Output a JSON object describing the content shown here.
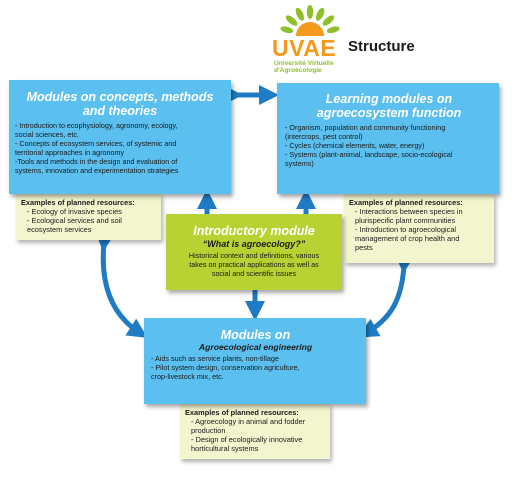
{
  "logo": {
    "wordmark": "UVAE",
    "subtitle_line1": "Université Virtuelle",
    "subtitle_line2": "d'Agroécologie",
    "colors": {
      "orange": "#f39a1e",
      "green": "#8fbf2a"
    }
  },
  "heading": "Structure",
  "concepts": {
    "title_line1": "Modules on concepts, methods",
    "title_line2": "and theories",
    "items": [
      "- Introduction to ecophysiology, agronomy, ecology,",
      "social sciences, etc.",
      "- Concepts of ecosystem services, of systemic and",
      "territorial approaches in agronomy",
      "-Tools and methods in the design and evaluation of",
      "systems, innovation and experimentation strategies"
    ],
    "resources_title": "Examples of planned resources:",
    "resources": [
      "- Ecology of invasive species",
      "- Ecological services and soil",
      "ecosystem services"
    ]
  },
  "function": {
    "title_line1": "Learning modules on",
    "title_line2": "agroecosystem function",
    "items": [
      "- Organism, population and community functioning",
      "(intercrops, pest control)",
      "- Cycles (chemical elements, water, energy)",
      "- Systems (plant-animal, landscape, socio-ecological",
      "systems)"
    ],
    "resources_title": "Examples of planned resources:",
    "resources": [
      "- Interactions between species in",
      "plurispecific plant communities",
      "- Introduction to agroecological",
      "management of crop health and",
      "pests"
    ]
  },
  "intro": {
    "title": "Introductory module",
    "subtitle": "“What is agroecology?”",
    "lines": [
      "Historical context and definitions, various",
      "takes on practical applications as well as",
      "social and scientific issues"
    ]
  },
  "engineering": {
    "title": "Modules on",
    "subtitle": "Agroecological engineering",
    "items": [
      "- Aids such as service plants, non-tillage",
      "- Pilot system design, conservation agriculture,",
      "crop-livestock mix, etc."
    ],
    "resources_title": "Examples of planned resources:",
    "resources": [
      "- Agroecology in animal and fodder",
      "production",
      "- Design of ecologically innovative",
      "horticultural systems"
    ]
  },
  "colors": {
    "module_blue": "#5bc0ef",
    "intro_green": "#b7d232",
    "note_cream": "#f3f5cf",
    "arrow_blue": "#1f7bc4"
  }
}
